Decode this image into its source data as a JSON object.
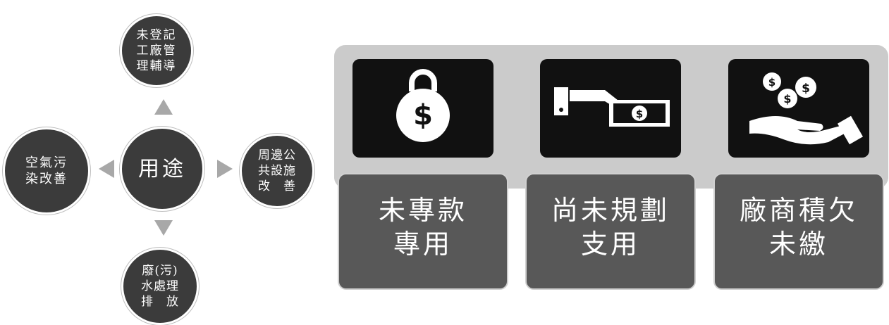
{
  "center": {
    "label": "用途"
  },
  "branches": {
    "top": {
      "label": "未登記\n工廠管\n理輔導"
    },
    "left": {
      "label": "空氣污\n染改善"
    },
    "right": {
      "label": "周邊公\n共設施\n改　善"
    },
    "bottom": {
      "label": "廢(污)\n水處理\n排　放"
    }
  },
  "cards": [
    {
      "icon": "money-bag-lock-icon",
      "label": "未專款\n專用"
    },
    {
      "icon": "hand-giving-cash-icon",
      "label": "尚未規劃\n支用"
    },
    {
      "icon": "hand-with-coins-icon",
      "label": "廠商積欠\n未繳"
    }
  ],
  "colors": {
    "node": "#3b3b3b",
    "arrow": "#a8a8a8",
    "panel": "#cbcbcb",
    "icon_tile": "#111111",
    "label_box": "#585858"
  }
}
